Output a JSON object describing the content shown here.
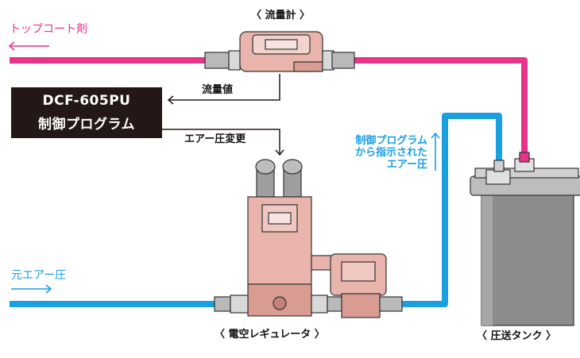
{
  "labels": {
    "flowmeter": "〈 流量計 〉",
    "topcoat": "トップコート剤",
    "flow_value": "流量値",
    "program_line1": "DCF-605PU",
    "program_line2": "制御プログラム",
    "air_change": "エアー圧変更",
    "instructed_line1": "制御プログラム",
    "instructed_line2": "から指示された",
    "instructed_line3": "エアー圧",
    "source_air": "元エアー圧",
    "regulator": "〈 電空レギュレータ 〉",
    "tank": "〈 圧送タンク 〉"
  },
  "colors": {
    "pink_line": "#e8338a",
    "blue_line": "#1a9fe0",
    "device_body": "#e8b4ac",
    "tank_body": "#8c8c8c",
    "controller_bg": "#231815"
  }
}
